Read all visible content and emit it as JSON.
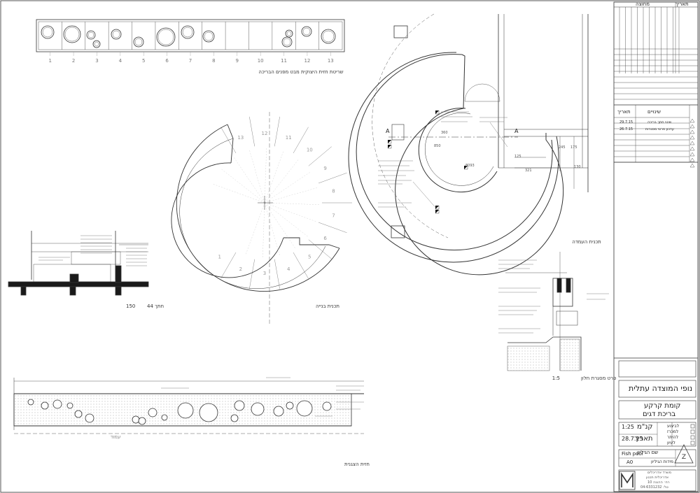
{
  "drawings": {
    "strip_caption": "שריטת חזית היצוקית מבט מפנים הבריכה",
    "strip_numbers": [
      "1",
      "2",
      "3",
      "4",
      "5",
      "6",
      "7",
      "8",
      "9",
      "10",
      "11",
      "12",
      "13"
    ],
    "section_caption": "חתך 44",
    "section_scale": "150",
    "stair_plan_caption": "תכנית בנייה",
    "stair_numbers": [
      "13",
      "12",
      "11",
      "10",
      "9",
      "8",
      "7",
      "6",
      "5",
      "4",
      "3",
      "2",
      "1"
    ],
    "pool_plan_caption": "תכנית העמדה",
    "detail_caption": "פרט מסגרת חלון",
    "detail_scale": "1:5",
    "elevation_caption": "חזית הצגנית",
    "marker_a": "A",
    "plan_dims": [
      "360",
      "850",
      "8093",
      "125",
      "321",
      "175",
      "245",
      "130"
    ],
    "elevation_bottom_text": "עמוד"
  },
  "title_block": {
    "col_date": "תאריך",
    "col_change": "מחוצה",
    "rev_header_changes": "שינויים",
    "rev_header_date": "תאריך",
    "revisions": [
      {
        "date": "29.7.15",
        "text": "שינוי חתך בריכה"
      },
      {
        "date": "26.7.15",
        "text": "עדכון פרטי מסגרות"
      }
    ],
    "project": "נופי המוצדה עתלית",
    "drawing_title_1": "קומת קרקע",
    "drawing_title_2": "בריכת דגים",
    "scale": "1:25",
    "scale_label": "קנ\"מ",
    "date_label": "תאריך",
    "date_value": "28.7.15",
    "status_items": [
      "לביצוע",
      "למכרז",
      "להיתר",
      "לעיון"
    ],
    "sheet_name_label": "שם הגיליון",
    "sheet_name_en": "Fish pool",
    "sheet_size": "A0",
    "sheet_size_label": "מידות הגיליון",
    "office_lines": [
      "משרד אדריכלים",
      "אדריכלית תכנון",
      "רח׳ ההגנה 10",
      "טל: 04-6331232"
    ]
  },
  "colors": {
    "line": "#333333",
    "fill_dark": "#1a1a1a",
    "dots": "#f2f2f2"
  }
}
